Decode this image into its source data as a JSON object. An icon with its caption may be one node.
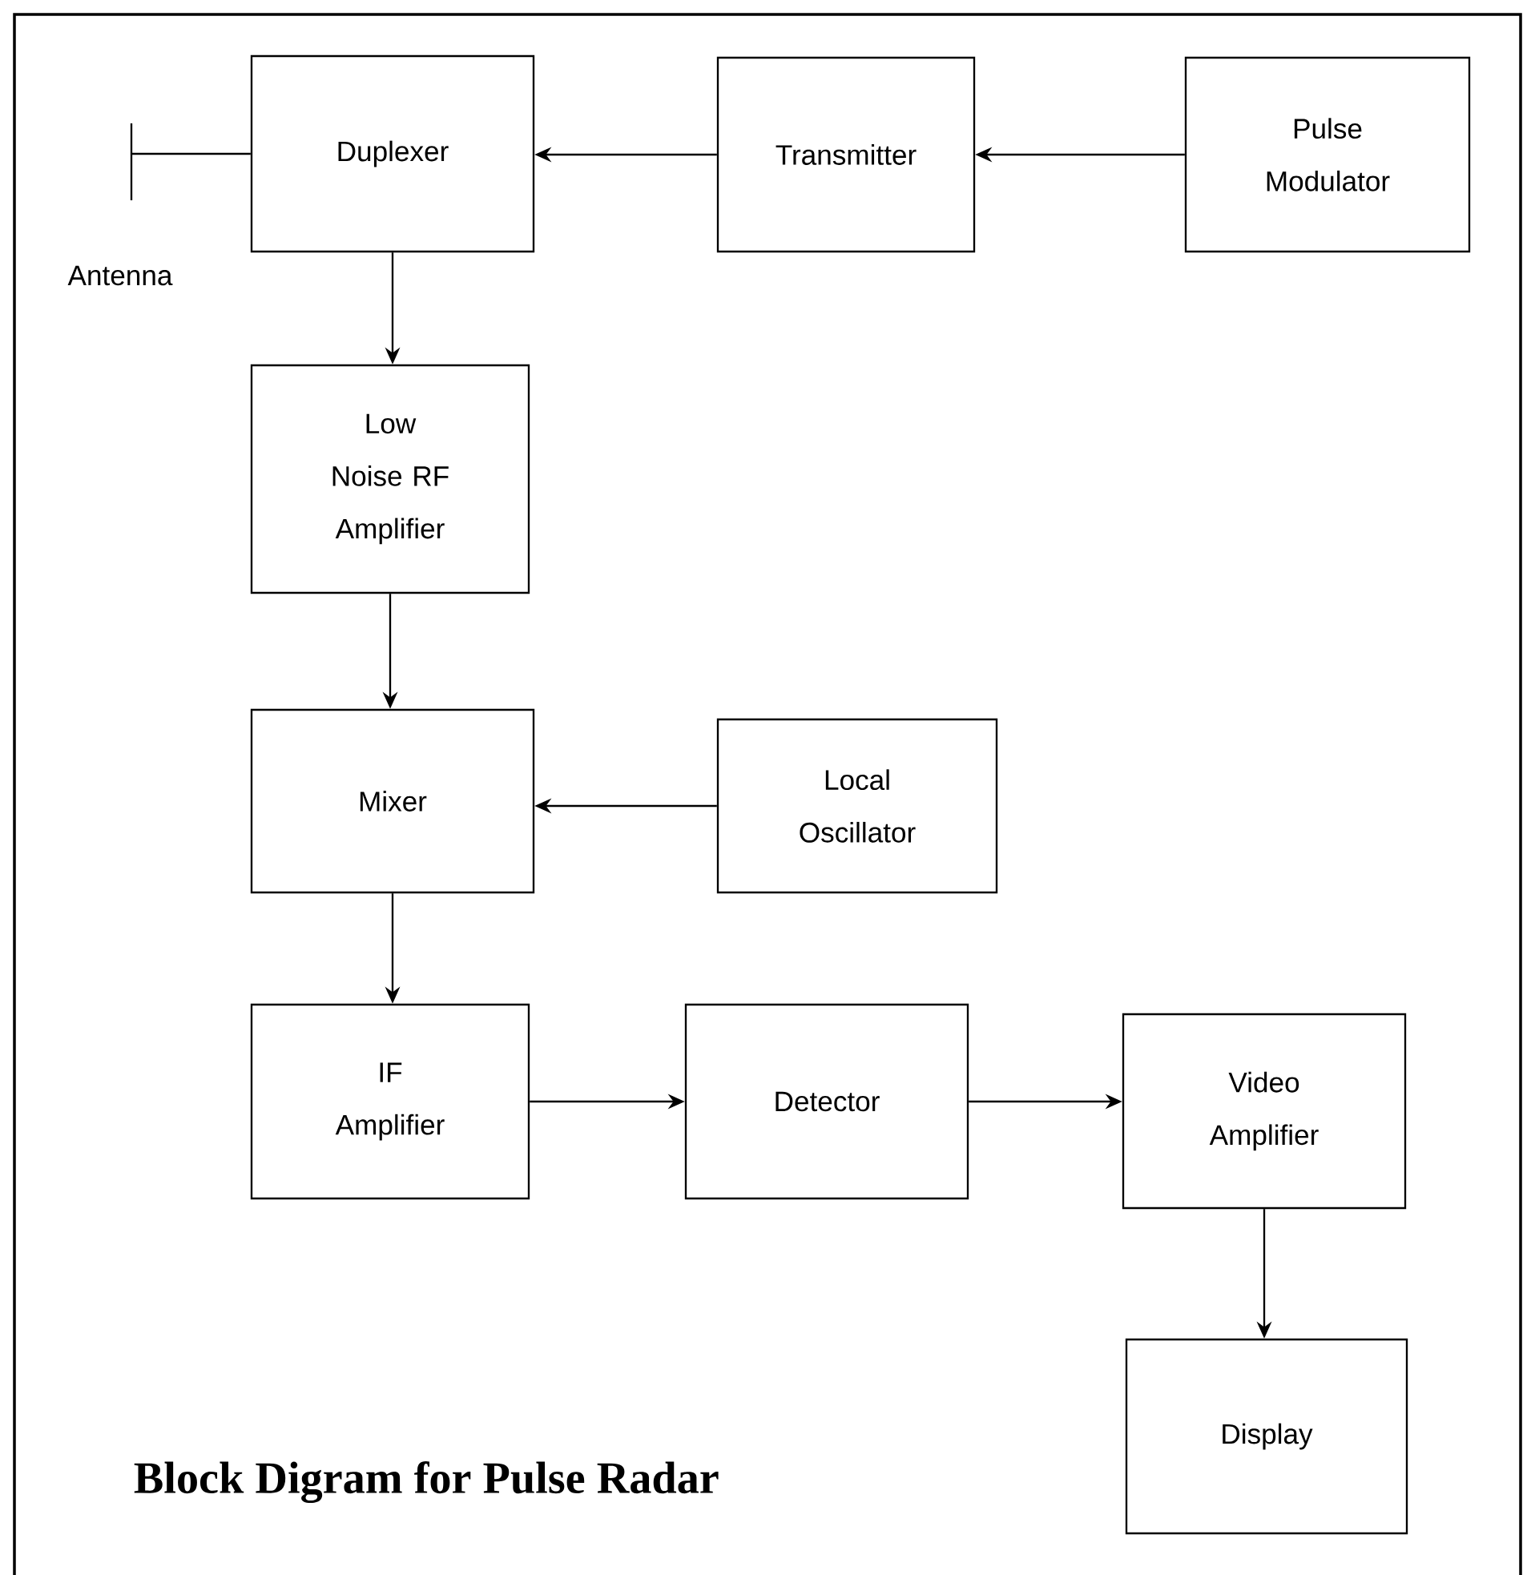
{
  "diagram": {
    "title": "Block Digram for Pulse Radar",
    "nodes": [
      {
        "text": [],
        "shape": "picture",
        "beside": [
          "Antenna"
        ]
      },
      {
        "text": [
          "Duplexer"
        ]
      },
      {
        "text": [
          "Transmitter"
        ]
      },
      {
        "text": [
          "Pulse Modulator"
        ]
      },
      {
        "text": [
          "Low Noise RF Amplifier"
        ]
      },
      {
        "text": [
          "Mixer"
        ]
      },
      {
        "text": [
          "Local Oscillator"
        ]
      },
      {
        "text": [
          "IF Amplifier"
        ]
      },
      {
        "text": [
          "Detector"
        ]
      },
      {
        "text": [
          "Video Amplifier"
        ]
      },
      {
        "text": [
          "Display"
        ]
      }
    ],
    "edges": [
      {
        "from": 3,
        "to": 2,
        "arrow": "to"
      },
      {
        "from": 2,
        "to": 1,
        "arrow": "to"
      },
      {
        "from": 1,
        "to": 0,
        "arrow": "none"
      },
      {
        "from": 1,
        "to": 4,
        "arrow": "to"
      },
      {
        "from": 4,
        "to": 5,
        "arrow": "to"
      },
      {
        "from": 6,
        "to": 5,
        "arrow": "to"
      },
      {
        "from": 5,
        "to": 7,
        "arrow": "to"
      },
      {
        "from": 7,
        "to": 8,
        "arrow": "to"
      },
      {
        "from": 8,
        "to": 9,
        "arrow": "to"
      },
      {
        "from": 9,
        "to": 10,
        "arrow": "to"
      }
    ]
  }
}
